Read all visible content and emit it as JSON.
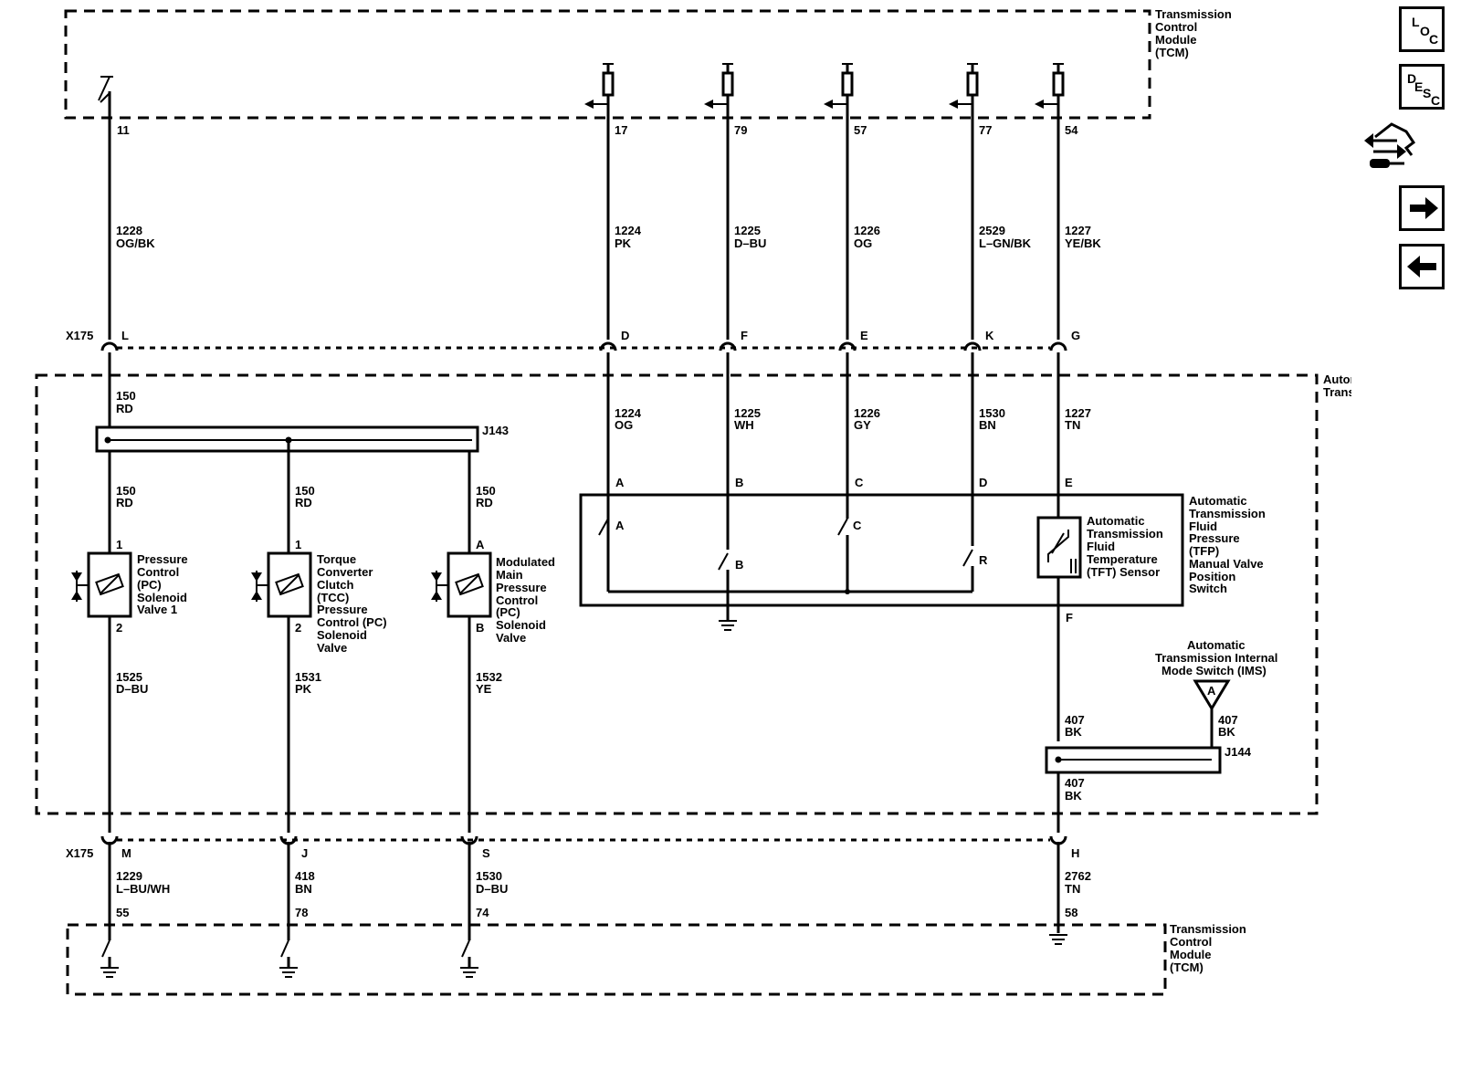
{
  "modules": {
    "tcm_top": [
      "Transmission",
      "Control",
      "Module",
      "(TCM)"
    ],
    "automatic_transmission": [
      "Automatic",
      "Transmission"
    ],
    "tcm_bottom": [
      "Transmission",
      "Control",
      "Module",
      "(TCM)"
    ]
  },
  "connectors": {
    "x175_top": "X175",
    "x175_bottom": "X175",
    "j143": "J143",
    "j144": "J144"
  },
  "top_circuits": [
    {
      "tcm_pin": "11",
      "wire_num": "1228",
      "wire_color": "OG/BK",
      "x175_pin": "L",
      "lower_num": "150",
      "lower_color": "RD"
    },
    {
      "tcm_pin": "17",
      "wire_num": "1224",
      "wire_color": "PK",
      "x175_pin": "D",
      "lower_num": "1224",
      "lower_color": "OG",
      "sw_pin": "A"
    },
    {
      "tcm_pin": "79",
      "wire_num": "1225",
      "wire_color": "D–BU",
      "x175_pin": "F",
      "lower_num": "1225",
      "lower_color": "WH",
      "sw_pin": "B"
    },
    {
      "tcm_pin": "57",
      "wire_num": "1226",
      "wire_color": "OG",
      "x175_pin": "E",
      "lower_num": "1226",
      "lower_color": "GY",
      "sw_pin": "C"
    },
    {
      "tcm_pin": "77",
      "wire_num": "2529",
      "wire_color": "L–GN/BK",
      "x175_pin": "K",
      "lower_num": "1530",
      "lower_color": "BN",
      "sw_pin": "D"
    },
    {
      "tcm_pin": "54",
      "wire_num": "1227",
      "wire_color": "YE/BK",
      "x175_pin": "G",
      "lower_num": "1227",
      "lower_color": "TN",
      "sw_pin": "E"
    }
  ],
  "solenoids": [
    {
      "feed_num": "150",
      "feed_color": "RD",
      "pin_top": "1",
      "pin_bottom": "2",
      "label": [
        "Pressure",
        "Control",
        "(PC)",
        "Solenoid",
        "Valve 1"
      ],
      "out_num": "1525",
      "out_color": "D–BU",
      "x175_pin": "M",
      "tcm_num": "1229",
      "tcm_color": "L–BU/WH",
      "tcm_pin": "55"
    },
    {
      "feed_num": "150",
      "feed_color": "RD",
      "pin_top": "1",
      "pin_bottom": "2",
      "label": [
        "Torque",
        "Converter",
        "Clutch",
        "(TCC)",
        "Pressure",
        "Control (PC)",
        "Solenoid",
        "Valve"
      ],
      "out_num": "1531",
      "out_color": "PK",
      "x175_pin": "J",
      "tcm_num": "418",
      "tcm_color": "BN",
      "tcm_pin": "78"
    },
    {
      "feed_num": "150",
      "feed_color": "RD",
      "pin_top": "A",
      "pin_bottom": "B",
      "label": [
        "Modulated",
        "Main",
        "Pressure",
        "Control",
        "(PC)",
        "Solenoid",
        "Valve"
      ],
      "out_num": "1532",
      "out_color": "YE",
      "x175_pin": "S",
      "tcm_num": "1530",
      "tcm_color": "D–BU",
      "tcm_pin": "74"
    }
  ],
  "switch_assembly": {
    "label": [
      "Automatic",
      "Transmission",
      "Fluid",
      "Pressure",
      "(TFP)",
      "Manual Valve",
      "Position",
      "Switch"
    ],
    "inner_pins": [
      "A",
      "B",
      "C",
      "R"
    ],
    "sensor_label": [
      "Automatic",
      "Transmission",
      "Fluid",
      "Temperature",
      "(TFT) Sensor"
    ],
    "pin_f": "F"
  },
  "ims": {
    "label": [
      "Automatic",
      "Transmission Internal",
      "Mode Switch (IMS)"
    ],
    "pin": "A",
    "wire_num": "407",
    "wire_color": "BK"
  },
  "ground_circuit": {
    "upper_num": "407",
    "upper_color": "BK",
    "lower_num": "407",
    "lower_color": "BK",
    "x175_pin": "H",
    "tcm_num": "2762",
    "tcm_color": "TN",
    "tcm_pin": "58"
  },
  "nav": {
    "loc": [
      "L",
      "O",
      "C"
    ],
    "desc": [
      "D",
      "E",
      "S",
      "C"
    ],
    "icons": [
      "connector-view-icon",
      "next-arrow-icon",
      "previous-arrow-icon"
    ]
  }
}
